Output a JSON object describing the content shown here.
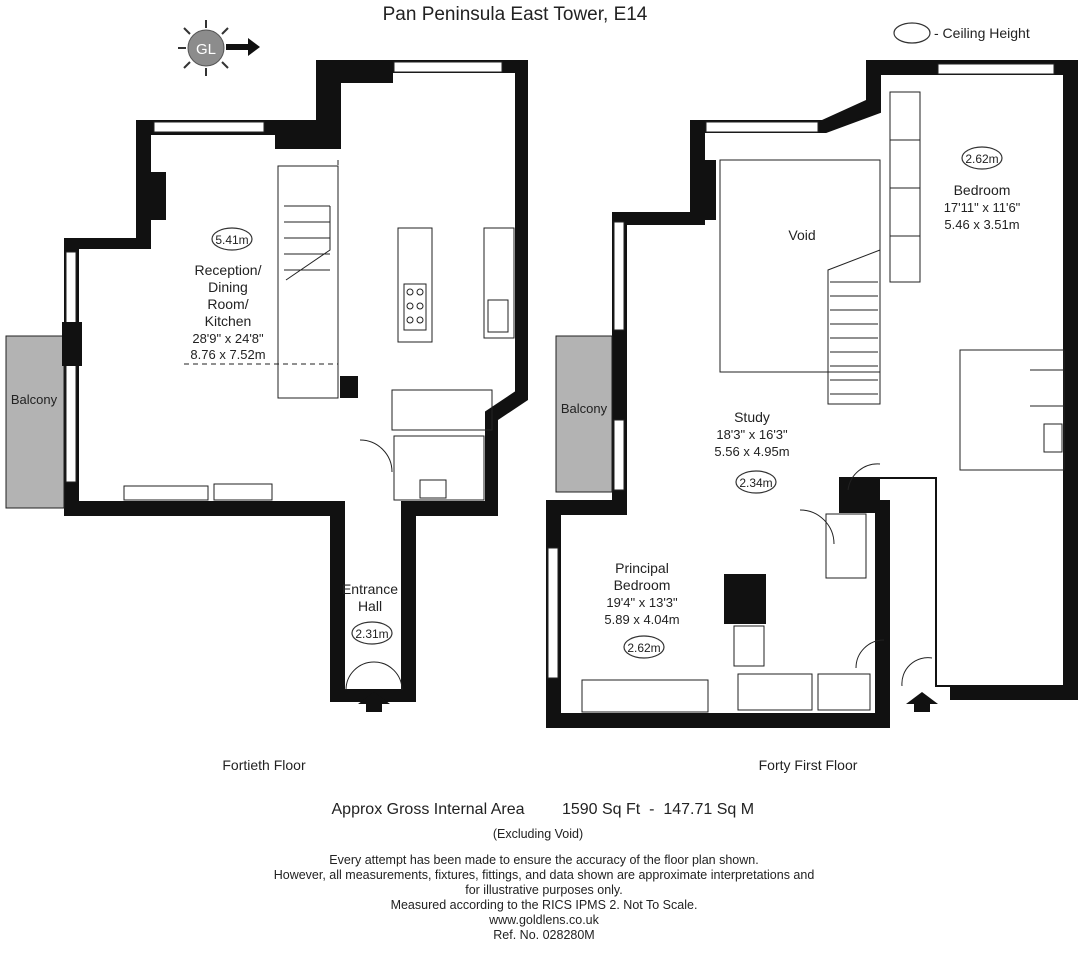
{
  "title": "Pan Peninsula East Tower, E14",
  "brand_logo": "GL",
  "legend": {
    "label": "- Ceiling Height"
  },
  "rooms": {
    "reception": {
      "line1": "Reception/",
      "line2": "Dining",
      "line3": "Room/",
      "line4": "Kitchen",
      "dims_imperial": "28'9\" x 24'8\"",
      "dims_metric": "8.76 x 7.52m",
      "ceiling": "5.41m"
    },
    "balcony_40": {
      "name": "Balcony"
    },
    "entrance_hall": {
      "line1": "Entrance",
      "line2": "Hall",
      "ceiling": "2.31m"
    },
    "void": {
      "name": "Void"
    },
    "bedroom": {
      "name": "Bedroom",
      "dims_imperial": "17'11\" x 11'6\"",
      "dims_metric": "5.46 x 3.51m",
      "ceiling": "2.62m"
    },
    "study": {
      "name": "Study",
      "dims_imperial": "18'3\" x 16'3\"",
      "dims_metric": "5.56 x 4.95m",
      "ceiling": "2.34m"
    },
    "balcony_41": {
      "name": "Balcony"
    },
    "principal_bedroom": {
      "line1": "Principal",
      "line2": "Bedroom",
      "dims_imperial": "19'4\" x 13'3\"",
      "dims_metric": "5.89 x 4.04m",
      "ceiling": "2.62m"
    }
  },
  "floors": {
    "fortieth": "Fortieth Floor",
    "forty_first": "Forty First Floor"
  },
  "area": {
    "label": "Approx Gross Internal Area",
    "value": "1590 Sq Ft  -  147.71 Sq M",
    "note": "(Excluding Void)"
  },
  "disclaimer": {
    "line1": "Every attempt has been made to ensure the accuracy of the floor plan shown.",
    "line2": "However, all measurements, fixtures, fittings, and data shown are approximate interpretations and",
    "line3": "for illustrative purposes only.",
    "line4": "Measured according to the RICS IPMS 2. Not To Scale.",
    "line5": "www.goldlens.co.uk",
    "line6": "Ref. No. 028280M"
  }
}
